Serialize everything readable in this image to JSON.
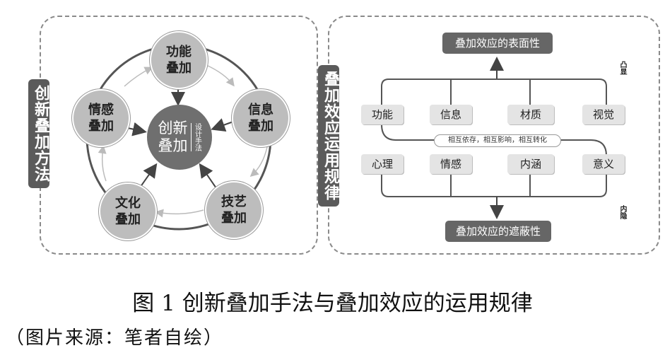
{
  "left_panel": {
    "label": "创新叠加方法",
    "center": {
      "main": "创新\n叠加",
      "sub": "设计手法"
    },
    "nodes": [
      {
        "key": "function",
        "text": "功能\n叠加"
      },
      {
        "key": "information",
        "text": "信息\n叠加"
      },
      {
        "key": "technique",
        "text": "技艺\n叠加"
      },
      {
        "key": "culture",
        "text": "文化\n叠加"
      },
      {
        "key": "emotion",
        "text": "情感\n叠加"
      }
    ]
  },
  "right_panel": {
    "label": "叠加效应运用规律",
    "top_box": "叠加效应的表面性",
    "bottom_box": "叠加效应的遮蔽性",
    "upper_items": [
      "功能",
      "信息",
      "材质",
      "视觉"
    ],
    "lower_items": [
      "心理",
      "情感",
      "内涵",
      "意义"
    ],
    "relation": "相互依存，相互影响，相互转化",
    "side_top": "凸显",
    "side_bottom": "内隐"
  },
  "caption": "图 1  创新叠加手法与叠加效应的运用规律",
  "source": "（图片来源：笔者自绘）"
}
